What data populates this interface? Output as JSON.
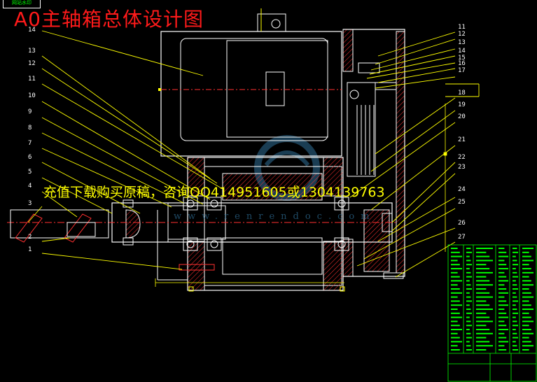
{
  "drawing": {
    "title": "A0主轴箱总体设计图",
    "stamp_text": "网站水印",
    "promo_text": "充值下载购买原稿，咨询QQ414951605或1304139763",
    "watermark_text": "www.renrendoc.com"
  },
  "part_labels_left": [
    "14",
    "13",
    "12",
    "11",
    "10",
    "9",
    "8",
    "7",
    "6",
    "5",
    "4",
    "3",
    "2",
    "1"
  ],
  "part_labels_right": [
    "11",
    "12",
    "13",
    "14",
    "15",
    "16",
    "17",
    "18",
    "19",
    "20",
    "21",
    "22",
    "23",
    "24",
    "25",
    "26",
    "27"
  ],
  "colors": {
    "background": "#000000",
    "outline": "#ffffff",
    "leaders": "#ffff00",
    "hatch": "#ff3030",
    "centerline": "#ff3030",
    "title": "#ff1a1a",
    "table": "#00ff00",
    "watermark": "#3a87b8"
  }
}
